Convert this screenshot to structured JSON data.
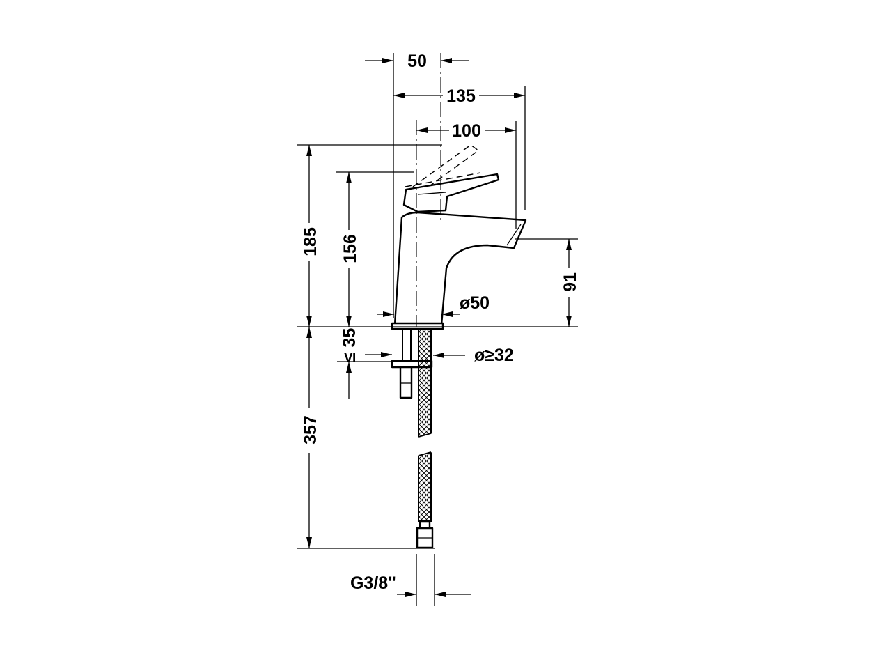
{
  "drawing": {
    "dimensions": {
      "d_50_top": "50",
      "d_135": "135",
      "d_100": "100",
      "d_185": "185",
      "d_156": "156",
      "d_91": "91",
      "d_dia50": "ø50",
      "d_le35": "≤ 35",
      "d_dia32": "ø≥32",
      "d_357": "357",
      "d_thread": "G3/8\""
    }
  }
}
